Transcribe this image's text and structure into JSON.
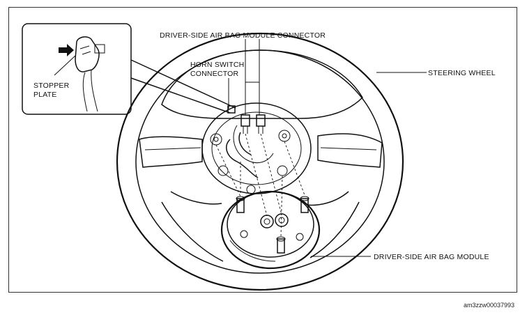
{
  "labels": {
    "driver_side_air_bag_module_connector": "DRIVER-SIDE AIR BAG MODULE CONNECTOR",
    "horn_switch_connector_line1": "HORN SWITCH",
    "horn_switch_connector_line2": "CONNECTOR",
    "steering_wheel": "STEERING WHEEL",
    "stopper_plate_line1": "STOPPER",
    "stopper_plate_line2": "PLATE",
    "driver_side_air_bag_module": "DRIVER-SIDE AIR BAG MODULE"
  },
  "reference_code": "am3zzw00037993",
  "colors": {
    "line": "#111111",
    "background": "#ffffff",
    "frame": "#333333"
  }
}
